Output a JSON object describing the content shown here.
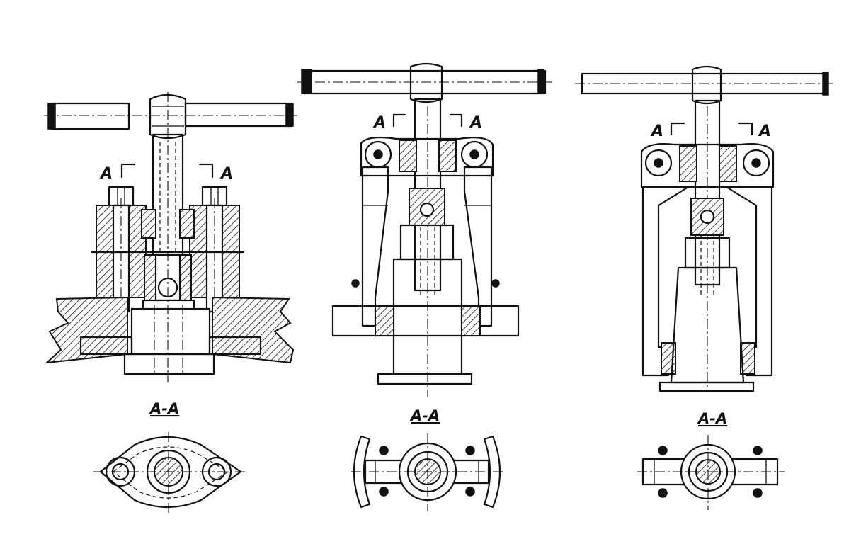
{
  "puller_1": {
    "cut_left": "A",
    "cut_right": "A",
    "section_title": "A-A"
  },
  "puller_2": {
    "cut_left": "A",
    "cut_right": "A",
    "section_title": "A-A"
  },
  "puller_3": {
    "cut_left": "A",
    "cut_right": "A",
    "section_title": "A-A"
  }
}
